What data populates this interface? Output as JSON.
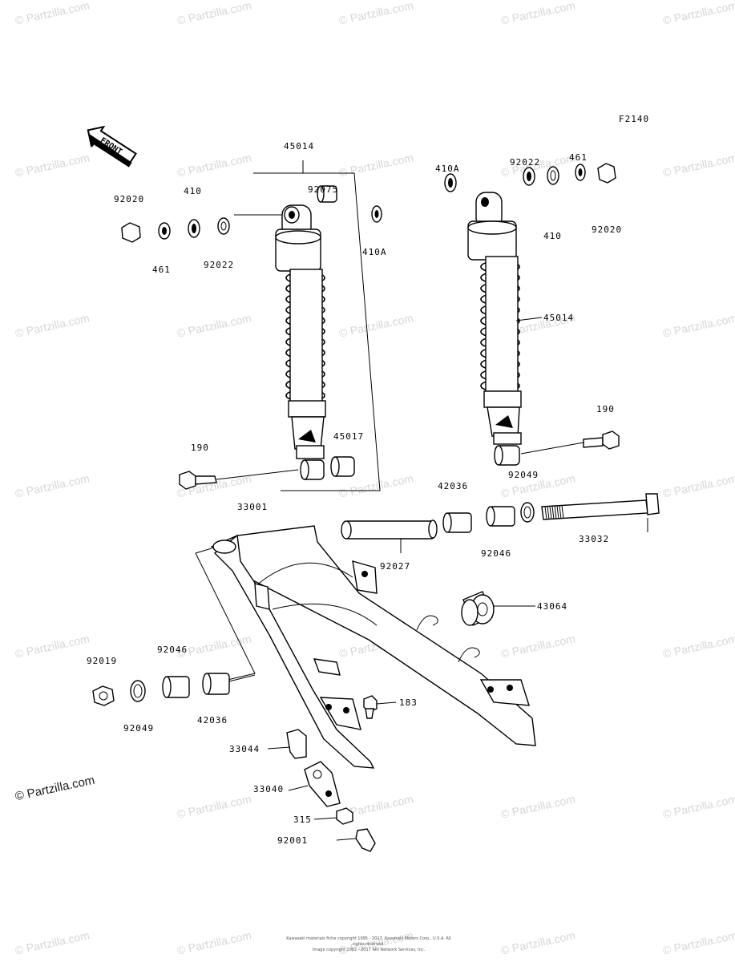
{
  "figure_code": "F2140",
  "front_label": "FRONT",
  "watermark": "© Partzilla.com",
  "copyright": [
    "Kawasaki materials fiche copyright 1995 - 2017, Kawasaki Motors Corp., U.S.A. All rights reserved.",
    "Image copyright 2002 - 2017 ARI Network Services, Inc."
  ],
  "labels": {
    "l45014a": "45014",
    "l92020a": "92020",
    "l410a": "410",
    "l92075": "92075",
    "l410A_a": "410A",
    "l461a": "461",
    "l92022a": "92022",
    "l410A_b": "410A",
    "l92022b": "92022",
    "l461b": "461",
    "l410b": "410",
    "l92020b": "92020",
    "l45014b": "45014",
    "l190a": "190",
    "l45017": "45017",
    "l190b": "190",
    "l92049a": "92049",
    "l42036a": "42036",
    "l33001": "33001",
    "l92046a": "92046",
    "l33032": "33032",
    "l92027": "92027",
    "l43064": "43064",
    "l92019": "92019",
    "l92046b": "92046",
    "l42036b": "42036",
    "l92049b": "92049",
    "l183": "183",
    "l33044": "33044",
    "l33040": "33040",
    "l315": "315",
    "l92001": "92001"
  }
}
